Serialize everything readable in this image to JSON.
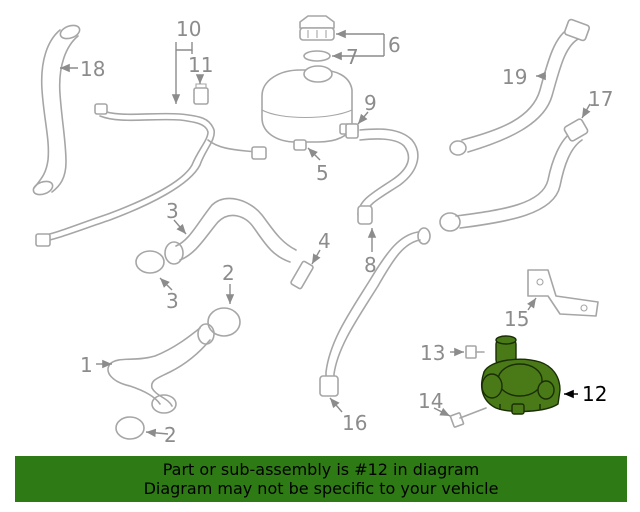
{
  "callouts": {
    "c1": "1",
    "c2a": "2",
    "c2b": "2",
    "c3a": "3",
    "c3b": "3",
    "c4": "4",
    "c5": "5",
    "c6": "6",
    "c7": "7",
    "c8": "8",
    "c9": "9",
    "c10": "10",
    "c11": "11",
    "c12": "12",
    "c13": "13",
    "c14": "14",
    "c15": "15",
    "c16": "16",
    "c17": "17",
    "c18": "18",
    "c19": "19"
  },
  "highlighted_part": "12",
  "colors": {
    "banner": "#2e7a14",
    "highlight": "#4a7a18",
    "parts": "#a6a6a6"
  },
  "banner": {
    "line1": "Part or sub-assembly is #12 in diagram",
    "line2": "Diagram may not be specific to your vehicle"
  }
}
